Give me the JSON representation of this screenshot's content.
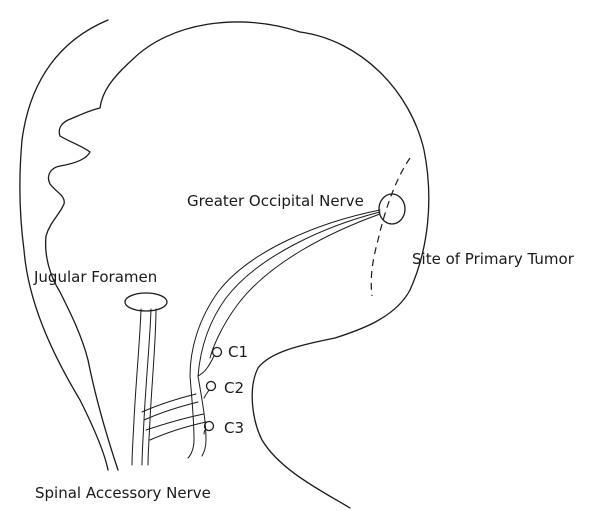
{
  "labels": {
    "greater_occipital_nerve": "Greater Occipital Nerve",
    "site_of_primary_tumor": "Site of Primary Tumor",
    "jugular_foramen": "Jugular Foramen",
    "c1": "C1",
    "c2": "C2",
    "c3": "C3",
    "spinal_accessory_nerve": "Spinal Accessory Nerve"
  },
  "colors": {
    "line": "#1a1a1a",
    "background": "#ffffff"
  }
}
